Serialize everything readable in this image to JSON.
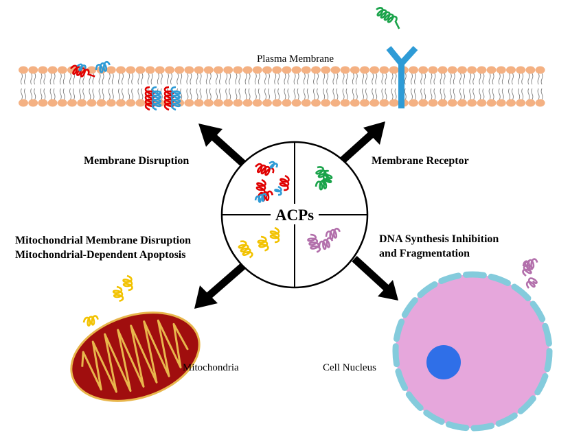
{
  "center_label": "ACPs",
  "membrane_label": "Plasma Membrane",
  "mechanisms": {
    "membrane_disruption": "Membrane Disruption",
    "membrane_receptor": "Membrane Receptor",
    "mito_line1": "Mitochondrial Membrane Disruption",
    "mito_line2": "Mitochondrial-Dependent Apoptosis",
    "dna_line1": "DNA Synthesis Inhibition",
    "dna_line2": "and Fragmentation"
  },
  "mitochondria_label": "Mitochondria",
  "nucleus_label": "Cell Nucleus",
  "colors": {
    "lipid_head": "#f4b183",
    "lipid_tail": "#7f7f7f",
    "peptide_red": "#e00000",
    "peptide_blue": "#2e9bd6",
    "peptide_green": "#1aa34a",
    "peptide_yellow": "#f2c200",
    "peptide_purple": "#b26fab",
    "receptor": "#2e9bd6",
    "mito_fill": "#a00e0e",
    "mito_border": "#e8b64c",
    "nucleus_fill": "#e6a7dc",
    "nucleus_border": "#84cbdc",
    "nucleolus": "#2f6fe8",
    "arrow": "#000000"
  }
}
